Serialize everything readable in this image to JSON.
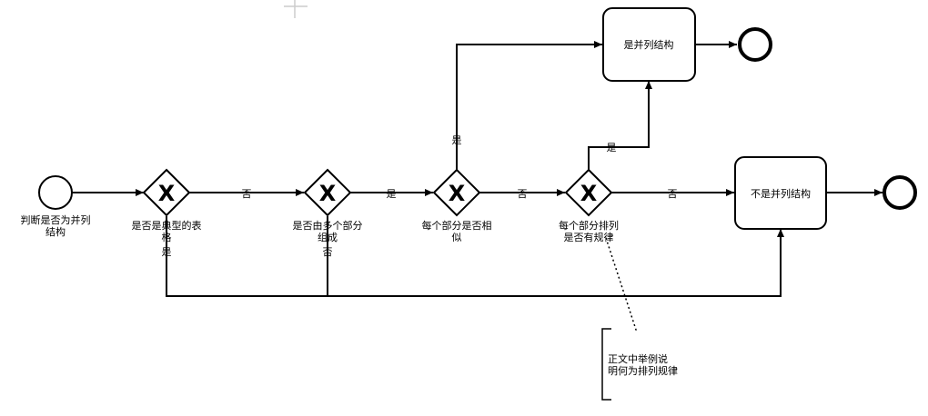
{
  "start_event": {
    "label_lines": [
      "判断是否为并列",
      "结构"
    ]
  },
  "gateways": [
    {
      "label_lines": [
        "是否是典型的表",
        "格"
      ]
    },
    {
      "label_lines": [
        "是否由多个部分",
        "组成"
      ]
    },
    {
      "label_lines": [
        "每个部分是否相",
        "似"
      ]
    },
    {
      "label_lines": [
        "每个部分排列",
        "是否有规律"
      ]
    }
  ],
  "gateway_marker": "X",
  "tasks": {
    "parallel": "是并列结构",
    "not_parallel": "不是并列结构"
  },
  "edge_labels": {
    "g1_to_g2": "否",
    "g1_down": "是",
    "g2_to_g3": "是",
    "g2_down": "否",
    "g3_up": "是",
    "g3_to_g4": "否",
    "g4_up": "是",
    "g4_to_task": "否"
  },
  "annotation": {
    "lines": [
      "正文中举例说",
      "明何为排列规律"
    ]
  }
}
